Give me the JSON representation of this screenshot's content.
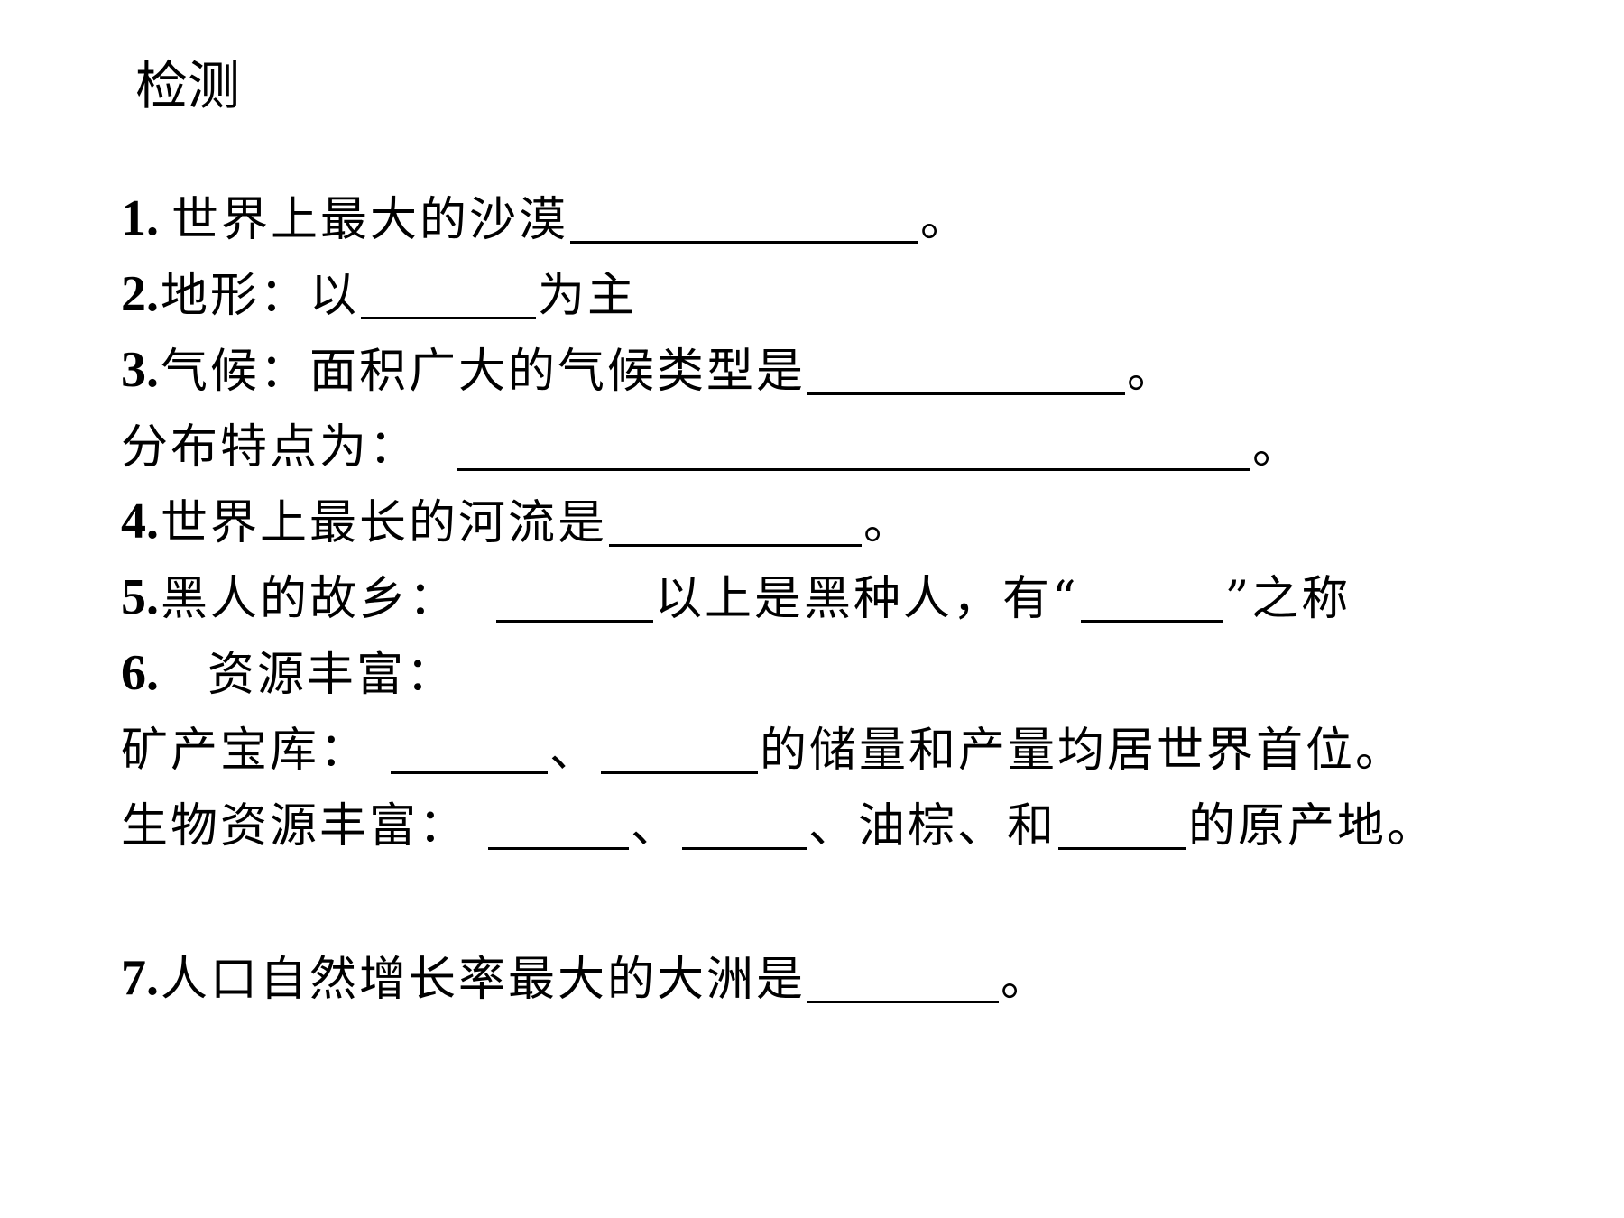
{
  "heading": "检测",
  "questions": [
    {
      "num": "1.",
      "text_a": "世界上最大的沙漠",
      "text_b": "。"
    },
    {
      "num": "2.",
      "text_a": "地形：以",
      "text_b": "为主"
    },
    {
      "num": "3.",
      "text_a": "气候：面积广大的气候类型是",
      "text_b": "。"
    },
    {
      "text_a": "分布特点为：",
      "text_b": "。"
    },
    {
      "num": "4.",
      "text_a": "世界上最长的河流是",
      "text_b": "。"
    },
    {
      "num": "5.",
      "text_a": "黑人的故乡：",
      "text_b": "以上是黑种人，有“",
      "text_c": "”之称"
    },
    {
      "num": "6.",
      "text_a": "资源丰富："
    },
    {
      "text_a": "矿产宝库：",
      "text_b": "、",
      "text_c": "的储量和产量均居世界首位。"
    },
    {
      "text_a": "生物资源丰富：",
      "text_b": "、",
      "text_c": "、油棕、和",
      "text_d": "的原产地。"
    },
    {
      "num": "7.",
      "text_a": "人口自然增长率最大的大洲是",
      "text_b": "。"
    }
  ]
}
